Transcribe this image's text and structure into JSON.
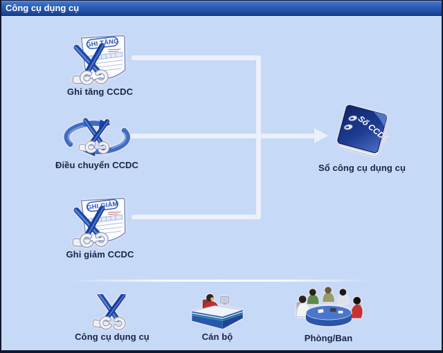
{
  "window": {
    "title": "Công cụ dụng cụ"
  },
  "colors": {
    "titlebar_top": "#3f72c8",
    "titlebar_bottom": "#17418f",
    "background": "#c6d9f7",
    "flow_line": "#ecf0fb",
    "label_text": "#1a2344",
    "border": "#10182e",
    "book_cover": "#1d3c92",
    "banner_text": "#2a55bc"
  },
  "diagram": {
    "nodes": [
      {
        "id": "ghi-tang-ccdc",
        "label": "Ghi tăng CCDC",
        "banner": "GHI TĂNG",
        "icon": "document-increase-icon"
      },
      {
        "id": "dieu-chuyen-ccdc",
        "label": "Điều chuyển CCDC",
        "icon": "transfer-cycle-icon"
      },
      {
        "id": "ghi-giam-ccdc",
        "label": "Ghi giảm CCDC",
        "banner": "GHI GIẢM",
        "icon": "document-decrease-icon"
      },
      {
        "id": "so-ccdc",
        "label": "Sổ công cụ dụng cụ",
        "cover_text": "Sổ CCDC",
        "icon": "ledger-book-icon"
      }
    ]
  },
  "footer": {
    "items": [
      {
        "id": "cong-cu-dung-cu",
        "label": "Công cụ dụng cụ",
        "icon": "tools-icon"
      },
      {
        "id": "can-bo",
        "label": "Cán bộ",
        "icon": "staff-desk-icon"
      },
      {
        "id": "phong-ban",
        "label": "Phòng/Ban",
        "icon": "department-meeting-icon"
      }
    ]
  }
}
